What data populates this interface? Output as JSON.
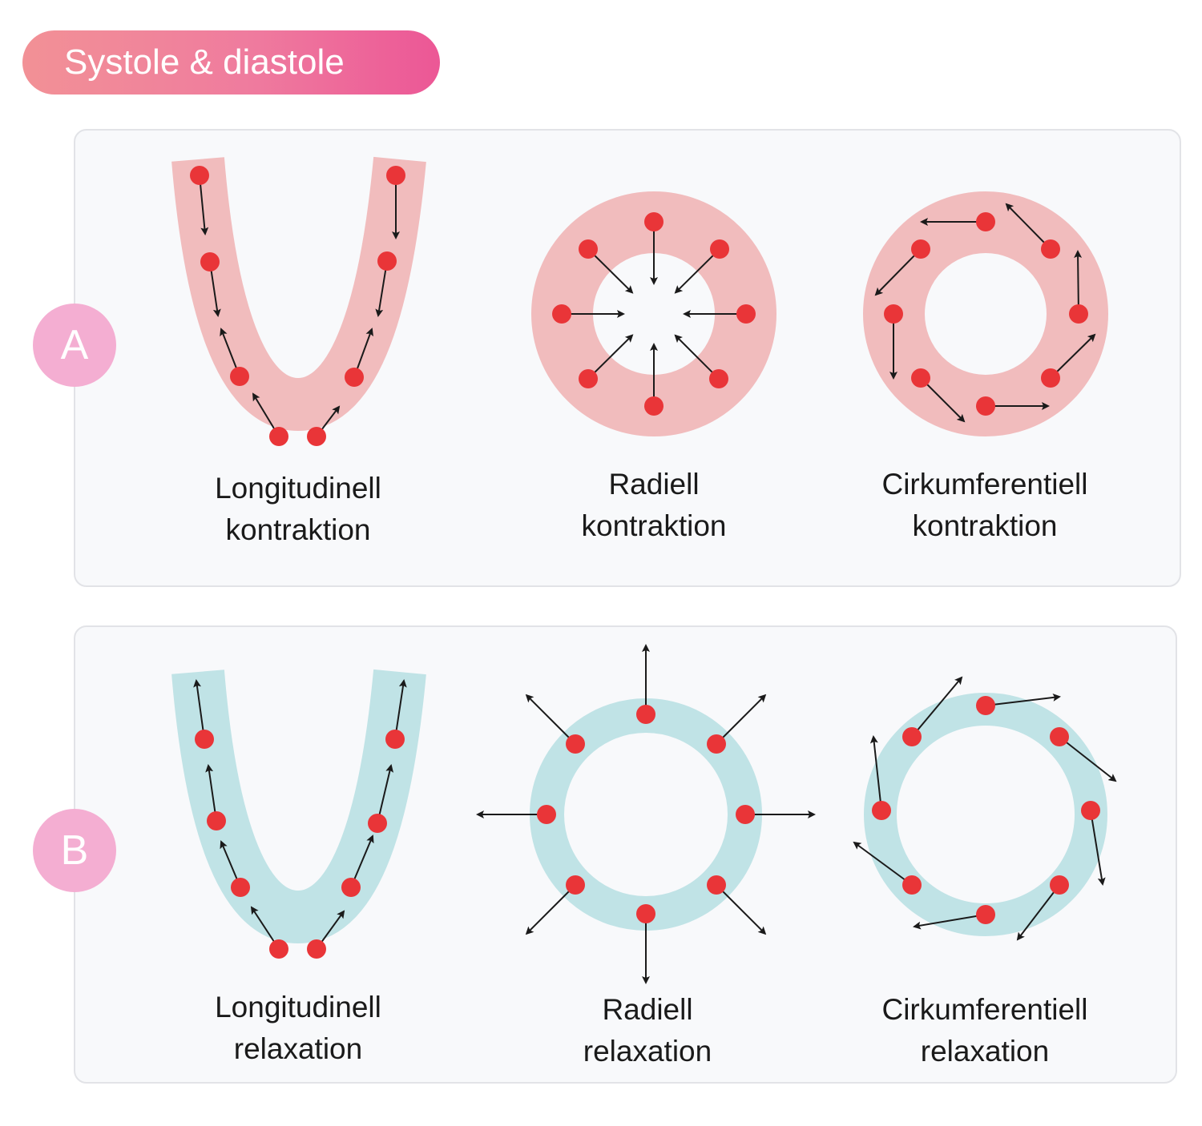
{
  "title": "Systole & diastole",
  "colors": {
    "systole_band": "#f1bcbd",
    "diastole_band": "#c0e3e6",
    "dot": "#e93538",
    "arrow": "#1a1a1a",
    "badge": "#f4aed2",
    "title_gradient": [
      "#f29196",
      "#ec5796"
    ]
  },
  "sections": [
    {
      "badge": "A",
      "items": [
        {
          "line1": "Longitudinell",
          "line2": "kontraktion"
        },
        {
          "line1": "Radiell",
          "line2": "kontraktion"
        },
        {
          "line1": "Cirkumferentiell",
          "line2": "kontraktion"
        }
      ]
    },
    {
      "badge": "B",
      "items": [
        {
          "line1": "Longitudinell",
          "line2": "relaxation"
        },
        {
          "line1": "Radiell",
          "line2": "relaxation"
        },
        {
          "line1": "Cirkumferentiell",
          "line2": "relaxation"
        }
      ]
    }
  ]
}
